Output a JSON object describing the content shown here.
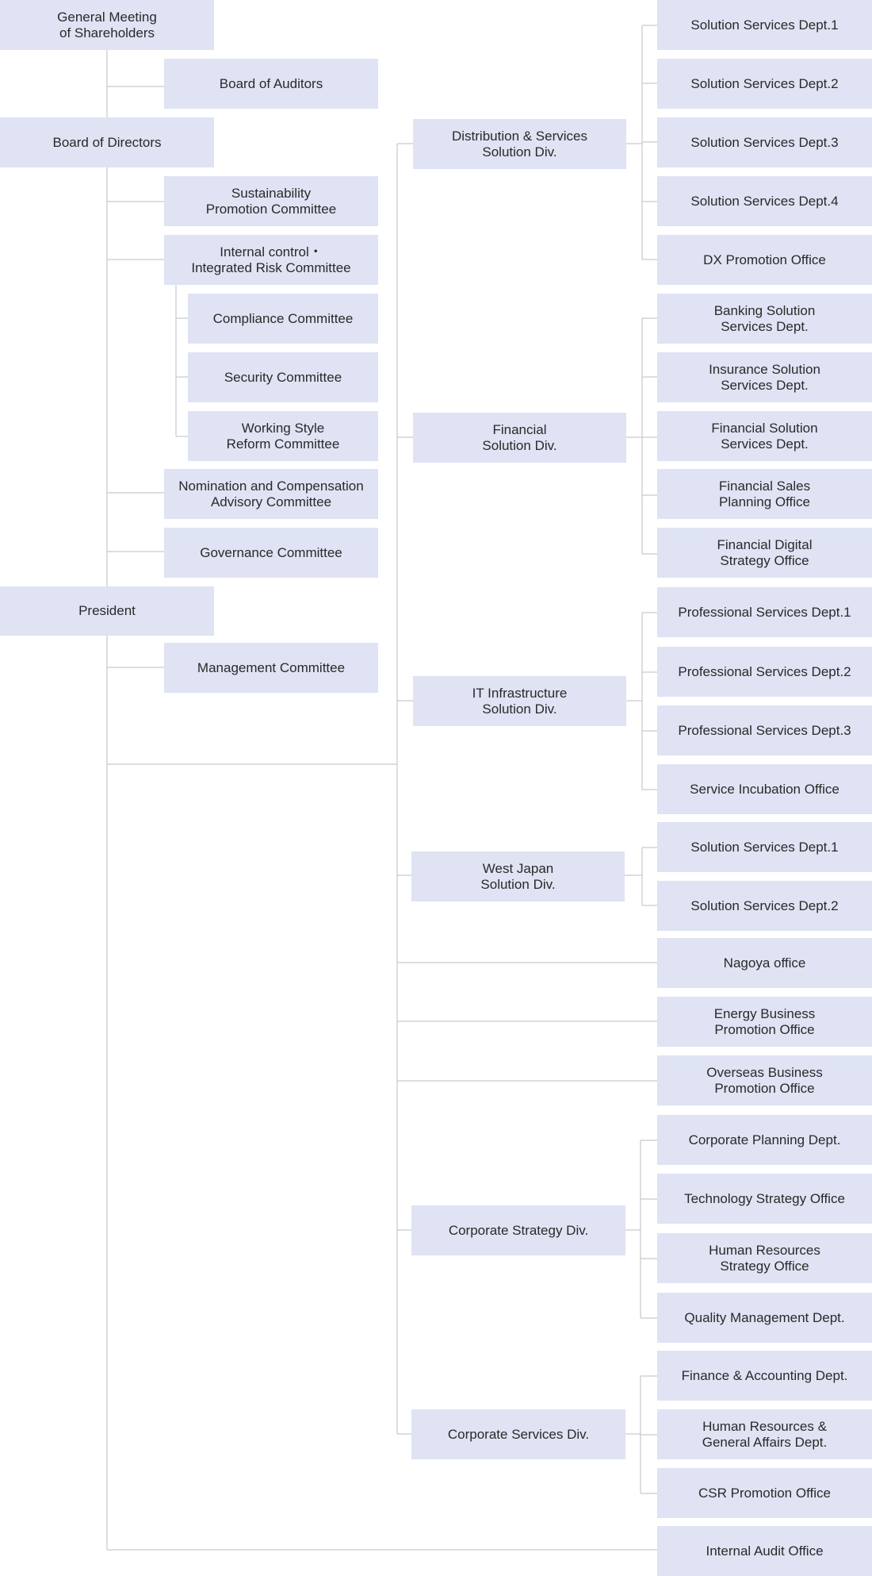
{
  "nodes": {
    "shareholders": "General Meeting\nof Shareholders",
    "auditors": "Board of Auditors",
    "directors": "Board of Directors",
    "sustainability": "Sustainability\nPromotion Committee",
    "internal_control": "Internal control・\nIntegrated Risk Committee",
    "compliance": "Compliance Committee",
    "security": "Security Committee",
    "working_style": "Working Style\nReform Committee",
    "nomination": "Nomination and Compensation\nAdvisory Committee",
    "governance": "Governance Committee",
    "president": "President",
    "management": "Management Committee",
    "div_distribution": "Distribution & Services\nSolution Div.",
    "div_financial": "Financial\nSolution Div.",
    "div_it": "IT Infrastructure\nSolution Div.",
    "div_westjapan": "West Japan\nSolution Div.",
    "div_corpstrategy": "Corporate Strategy Div.",
    "div_corpservices": "Corporate Services Div.",
    "dist_dept1": "Solution Services Dept.1",
    "dist_dept2": "Solution Services Dept.2",
    "dist_dept3": "Solution Services Dept.3",
    "dist_dept4": "Solution Services Dept.4",
    "dist_dx": "DX Promotion Office",
    "fin_banking": "Banking Solution\nServices Dept.",
    "fin_insurance": "Insurance Solution\nServices Dept.",
    "fin_financial": "Financial Solution\nServices Dept.",
    "fin_sales": "Financial Sales\nPlanning Office",
    "fin_digital": "Financial Digital\nStrategy Office",
    "it_prof1": "Professional Services Dept.1",
    "it_prof2": "Professional Services Dept.2",
    "it_prof3": "Professional Services Dept.3",
    "it_incubation": "Service Incubation Office",
    "wj_dept1": "Solution Services Dept.1",
    "wj_dept2": "Solution Services Dept.2",
    "nagoya": "Nagoya office",
    "energy": "Energy Business\nPromotion Office",
    "overseas": "Overseas Business\nPromotion Office",
    "cs_planning": "Corporate Planning Dept.",
    "cs_technology": "Technology Strategy Office",
    "cs_hr": "Human Resources\nStrategy Office",
    "cs_quality": "Quality Management Dept.",
    "csv_finance": "Finance & Accounting Dept.",
    "csv_hr": "Human Resources  &\nGeneral Affairs Dept.",
    "csv_csr": "CSR Promotion Office",
    "audit": "Internal Audit Office"
  },
  "colors": {
    "box": "#dfe3f3",
    "line": "#c9c9c9",
    "text": "#2a2a2a"
  }
}
